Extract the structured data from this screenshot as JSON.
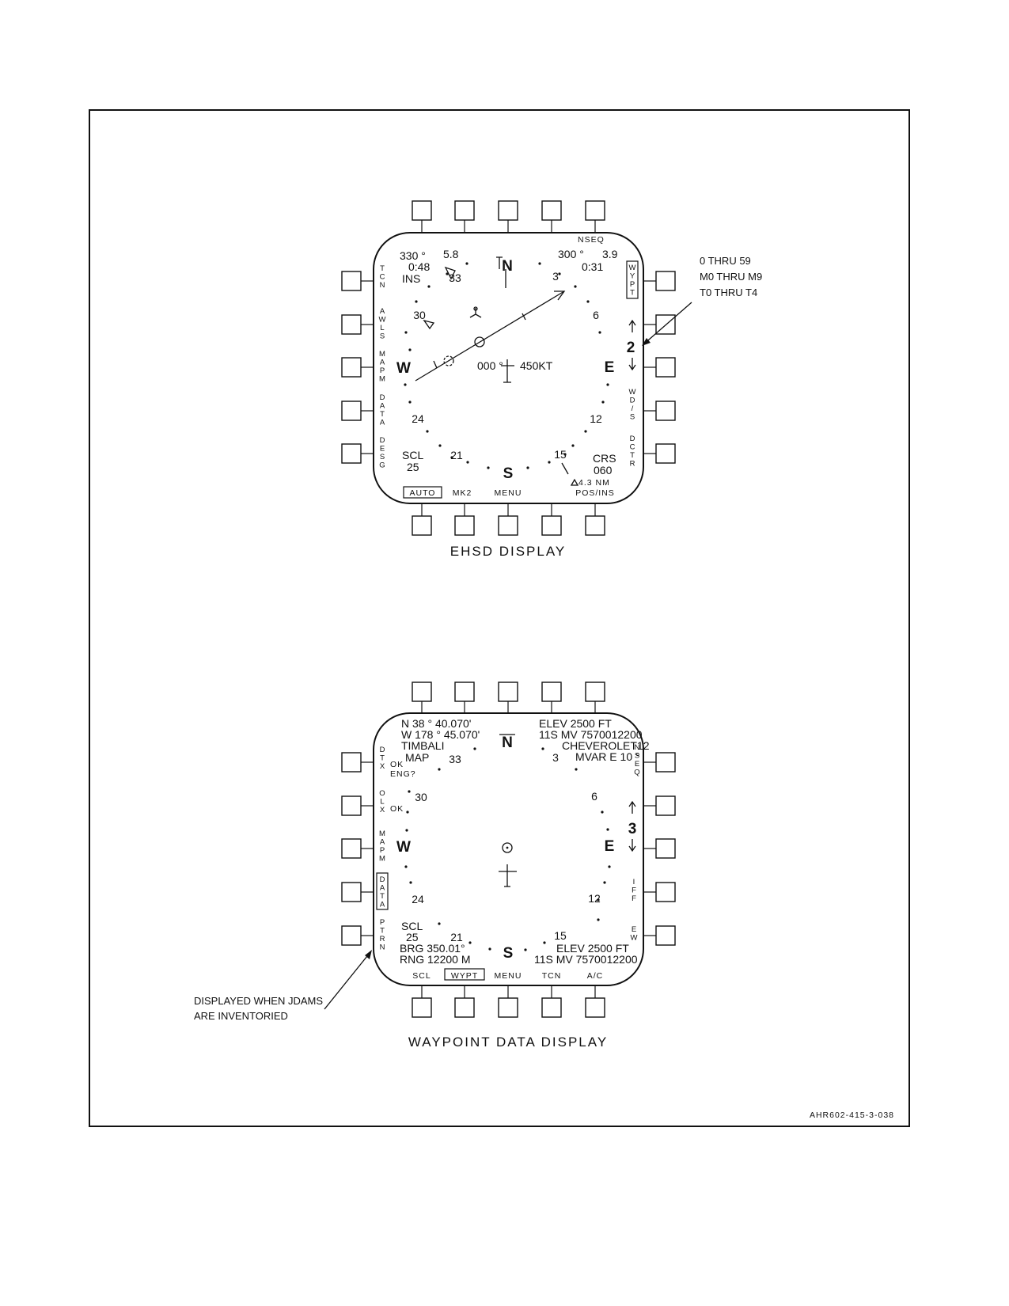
{
  "figure_id": "AHR602-415-3-038",
  "annotation_top": [
    "0 THRU 59",
    "M0 THRU M9",
    "T0 THRU T4"
  ],
  "annotation_bottom": [
    "DISPLAYED WHEN JDAMS",
    "ARE INVENTORIED"
  ],
  "ehsd": {
    "caption": "EHSD DISPLAY",
    "cardinals": {
      "n": "N",
      "e": "E",
      "s": "S",
      "w": "W"
    },
    "compass_numbers": {
      "c3": "3",
      "c6": "6",
      "c12": "12",
      "c15": "15",
      "c21": "21",
      "c24": "24",
      "c30": "30",
      "c33": "33"
    },
    "top_left": {
      "brg": "330 °",
      "dist": "5.8",
      "time": "0:48",
      "src": "INS"
    },
    "top_right": {
      "brg": "300 °",
      "dist": "3.9",
      "time": "0:31"
    },
    "center": {
      "hdg": "000 °",
      "spd": "450KT"
    },
    "waypoint_number": "2",
    "scl_label": "SCL",
    "scl_value": "25",
    "crs_label": "CRS",
    "crs_value": "060",
    "dist_readout": "4.3 NM",
    "left_options": [
      "TCN",
      "AWLS",
      "MAPM",
      "DATA",
      "DESG"
    ],
    "right_options": [
      "WYPT",
      "",
      "",
      "WD/S",
      "DCTR"
    ],
    "top_options": [
      "",
      "",
      "",
      "",
      "NSEQ"
    ],
    "bottom_options": [
      "AUTO",
      "MK2",
      "MENU",
      "",
      "POS/INS"
    ]
  },
  "wypt": {
    "caption": "WAYPOINT DATA DISPLAY",
    "cardinals": {
      "n": "N",
      "e": "E",
      "s": "S",
      "w": "W"
    },
    "compass_numbers": {
      "c3": "3",
      "c6": "6",
      "c12": "12",
      "c15": "15",
      "c21": "21",
      "c24": "24",
      "c30": "30",
      "c33": "33"
    },
    "lat": "N   38 ° 40.070'",
    "lon": "W 178 ° 45.070'",
    "name": "TIMBALI",
    "map": "MAP",
    "dtx_status": [
      "OK",
      "ENG?"
    ],
    "olx_status": "OK",
    "elev_top": "ELEV    2500  FT",
    "mgrs_top": "11S MV 7570012200",
    "name_right": "CHEVEROLET12",
    "mvar": "MVAR E 10 °",
    "waypoint_number": "3",
    "scl_label": "SCL",
    "scl_value": "25",
    "brg": "BRG  350.01°",
    "rng": "RNG  12200 M",
    "elev_bottom": "ELEV   2500  FT",
    "mgrs_bottom": "11S MV 7570012200",
    "left_options": [
      "DTX",
      "OLX",
      "MAPM",
      "DATA",
      "PTRN"
    ],
    "right_options": [
      "NSEQ",
      "",
      "",
      "IFF",
      "EW"
    ],
    "bottom_options": [
      "SCL",
      "WYPT",
      "MENU",
      "TCN",
      "A/C"
    ]
  }
}
